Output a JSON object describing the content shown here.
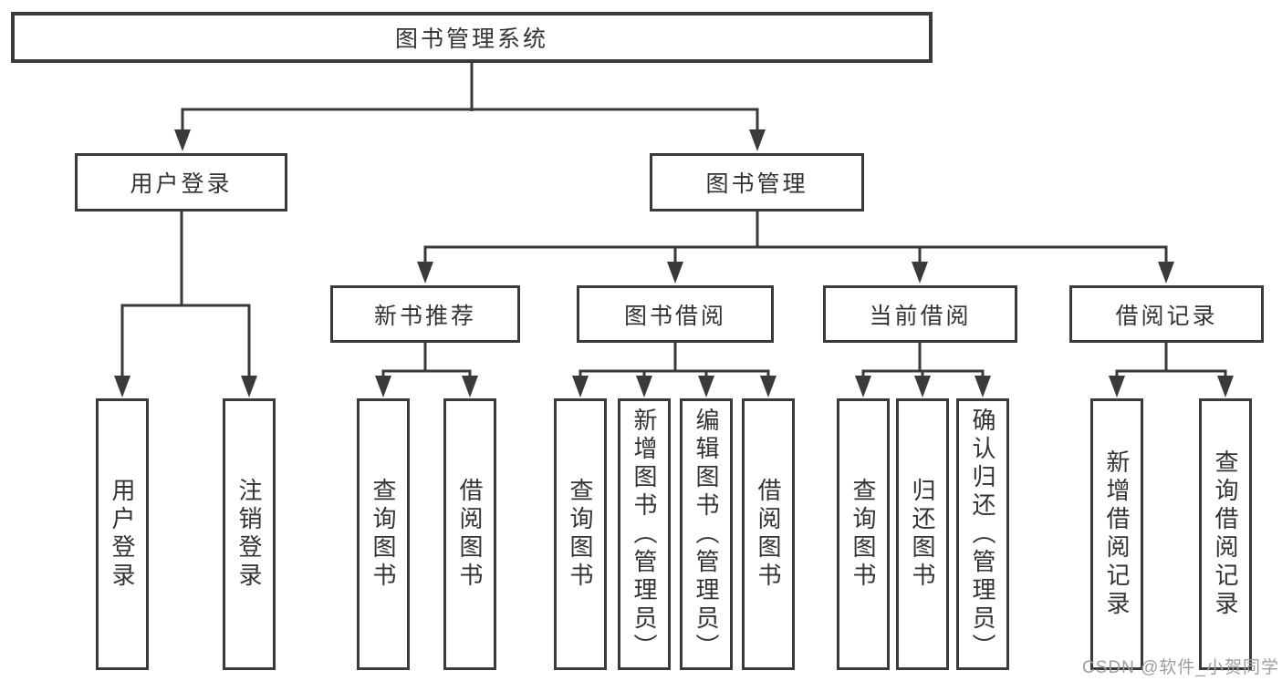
{
  "diagram": {
    "title": "图书管理系统",
    "root": {
      "label": "图书管理系统"
    },
    "level2": [
      {
        "label": "用户登录"
      },
      {
        "label": "图书管理"
      }
    ],
    "level3": [
      {
        "label": "新书推荐"
      },
      {
        "label": "图书借阅"
      },
      {
        "label": "当前借阅"
      },
      {
        "label": "借阅记录"
      }
    ],
    "leaves": {
      "user_login": [
        "用户登录",
        "注销登录"
      ],
      "new_books": [
        "查询图书",
        "借阅图书"
      ],
      "book_borrow": [
        "查询图书",
        "新增图书（管理员）",
        "编辑图书（管理员）",
        "借阅图书"
      ],
      "current_borrow": [
        "查询图书",
        "归还图书",
        "确认归还（管理员）"
      ],
      "borrow_records": [
        "新增借阅记录",
        "查询借阅记录"
      ]
    }
  },
  "watermark": {
    "text": "CSDN @软件_小贺同学"
  },
  "colors": {
    "line": "#3a3a3a",
    "text": "#333333",
    "box_background": "#ffffff",
    "watermark": "#9e9e9e",
    "page_background": "#ffffff"
  }
}
